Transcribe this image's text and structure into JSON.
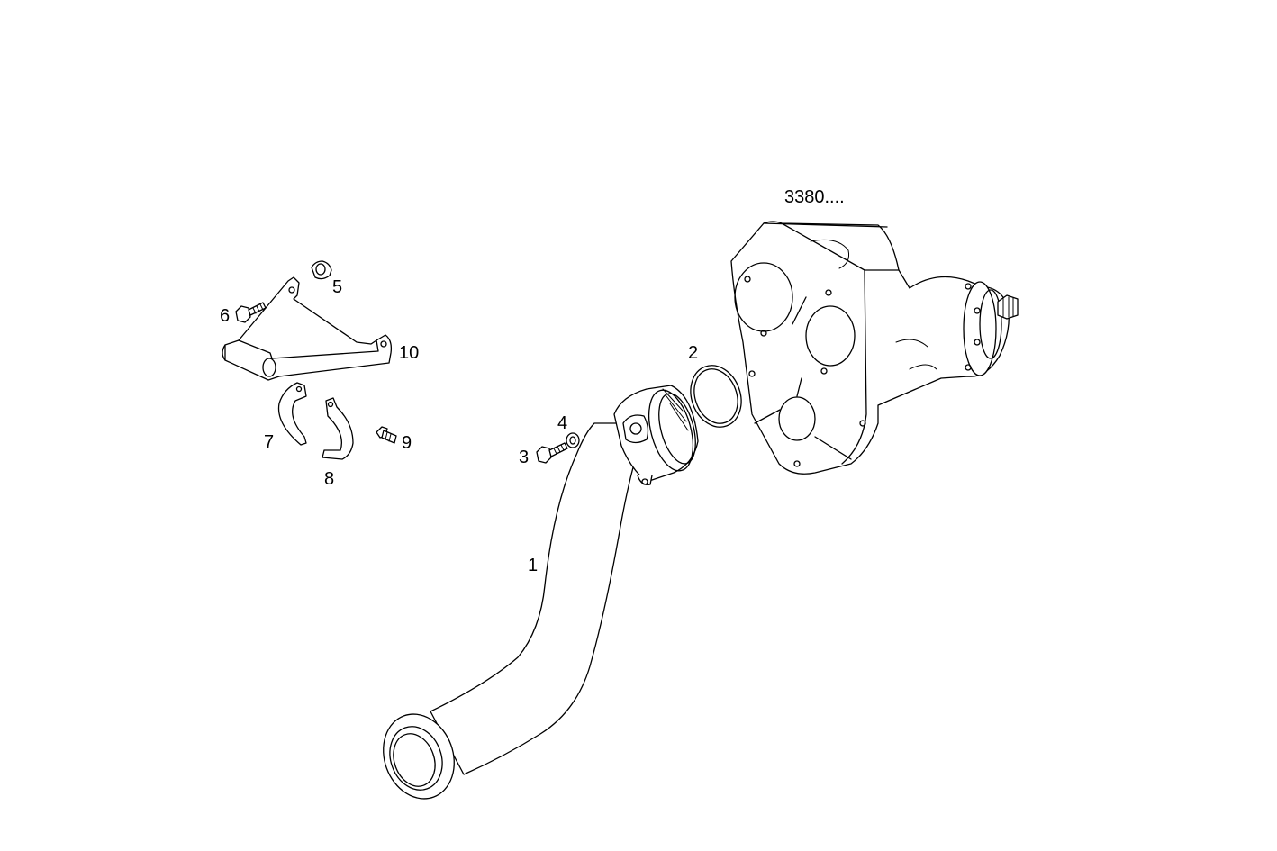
{
  "diagram": {
    "ref_label": "3380....",
    "callouts": [
      "1",
      "2",
      "3",
      "4",
      "5",
      "6",
      "7",
      "8",
      "9",
      "10"
    ]
  }
}
